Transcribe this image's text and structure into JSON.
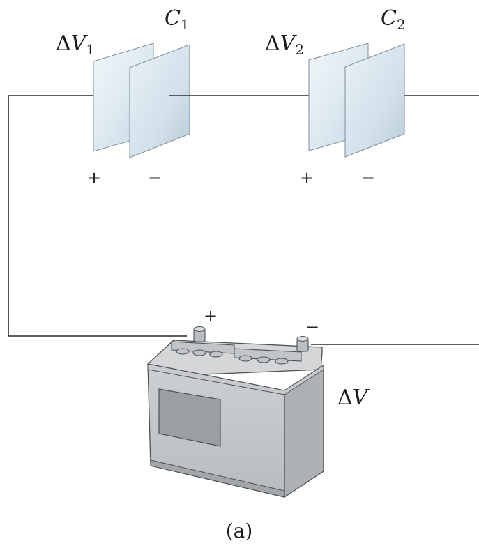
{
  "capacitors": [
    {
      "delta": "Δ",
      "var": "V",
      "index": "1",
      "cap": "C",
      "cap_index": "1",
      "plus": "+",
      "minus": "−"
    },
    {
      "delta": "Δ",
      "var": "V",
      "index": "2",
      "cap": "C",
      "cap_index": "2",
      "plus": "+",
      "minus": "−"
    }
  ],
  "battery": {
    "delta": "Δ",
    "var": "V",
    "plus": "+",
    "minus": "−"
  },
  "caption": "(a)",
  "colors": {
    "plate_light": "#eef4f8",
    "plate_mid": "#d9e6ef",
    "plate_dark": "#b9cbd8",
    "battery_front": "#c4c7ca",
    "battery_side": "#a9acaf",
    "battery_top": "#d6d8da",
    "battery_label": "#9a9da1"
  }
}
